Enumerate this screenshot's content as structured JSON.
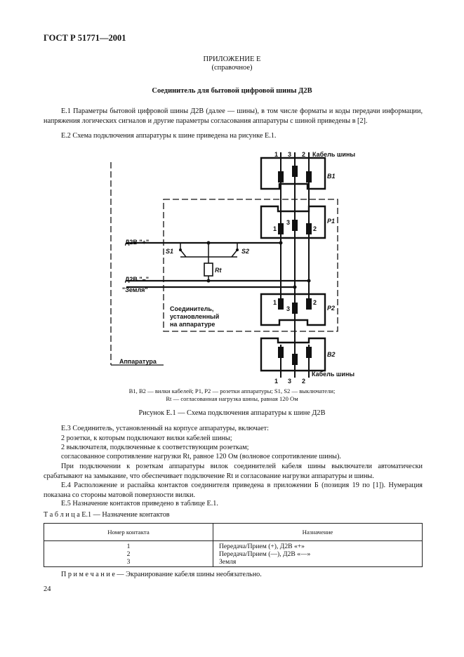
{
  "header": {
    "doc_id": "ГОСТ Р 51771—2001"
  },
  "appendix": {
    "title": "ПРИЛОЖЕНИЕ Е",
    "subtitle": "(справочное)"
  },
  "section_title": "Соединитель для бытовой цифровой шины Д2В",
  "paragraphs": {
    "e1": "E.1 Параметры бытовой цифровой шины Д2В (далее — шины), в том числе форматы и коды передачи информации, напряжения логических сигналов и другие параметры согласования аппаратуры с шиной приведены в [2].",
    "e2": "E.2 Схема подключения аппаратуры к шине приведена на рисунке E.1.",
    "e3": "E.3 Соединитель, установленный на корпусе аппаратуры, включает:",
    "l1": "2 розетки, к которым подключают вилки кабелей шины;",
    "l2": "2 выключателя, подключенные к соответствующим розеткам;",
    "l3": "согласованное сопротивление нагрузки Rt, равное 120 Ом (волновое сопротивление шины).",
    "p_after": "При подключении к розеткам аппаратуры вилок соединителей кабеля шины выключатели автоматически срабатывают на замыкание, что обеспечивает подключение Rt и согласование нагрузки аппаратуры и шины.",
    "e4": "E.4 Расположение и распайка контактов соединителя приведена в приложении Б (позиция 19 по [1]). Нумерация показана со стороны матовой поверхности вилки.",
    "e5": "E.5 Назначение контактов приведено в таблице E.1."
  },
  "diagram": {
    "pins_top": {
      "p1": "1",
      "p3": "3",
      "p2": "2"
    },
    "cable_top": "Кабель шины",
    "b1": "B1",
    "p1": "P1",
    "p2": "P2",
    "b2": "B2",
    "cable_bottom": "Кабель шины",
    "pins_p1": {
      "p1": "1",
      "p3": "3",
      "p2": "2"
    },
    "pins_p2": {
      "p1": "1",
      "p3": "3",
      "p2": "2"
    },
    "pins_bottom": {
      "p1": "1",
      "p3": "3",
      "p2": "2"
    },
    "d2b_plus": "Д2В \"+\"",
    "d2b_minus": "Д2В \"–\"",
    "ground": "\"Земля\"",
    "s1": "S1",
    "s2": "S2",
    "rt": "Rt",
    "connector_line1": "Соединитель,",
    "connector_line2": "установленный",
    "connector_line3": "на аппаратуре",
    "apparatus": "Аппаратура"
  },
  "legend_line1": "B1, B2 — вилки кабелей; P1, P2 — розетки аппаратуры; S1, S2 — выключатели;",
  "legend_line2": "Rt — согласованная нагрузка шины, равная 120 Ом",
  "figure_caption": "Рисунок E.1 — Схема подключения аппаратуры к шине Д2В",
  "table": {
    "caption": "Т а б л и ц а  E.1 — Назначение контактов",
    "headers": [
      "Номер контакта",
      "Назначение"
    ],
    "rows": [
      {
        "num": "1",
        "purpose": "Передача/Прием (+), Д2В «+»"
      },
      {
        "num": "2",
        "purpose": "Передача/Прием (—), Д2В «—»"
      },
      {
        "num": "3",
        "purpose": "Земля"
      }
    ]
  },
  "note": "П р и м е ч а н и е — Экранирование кабеля шины необязательно.",
  "page_number": "24"
}
